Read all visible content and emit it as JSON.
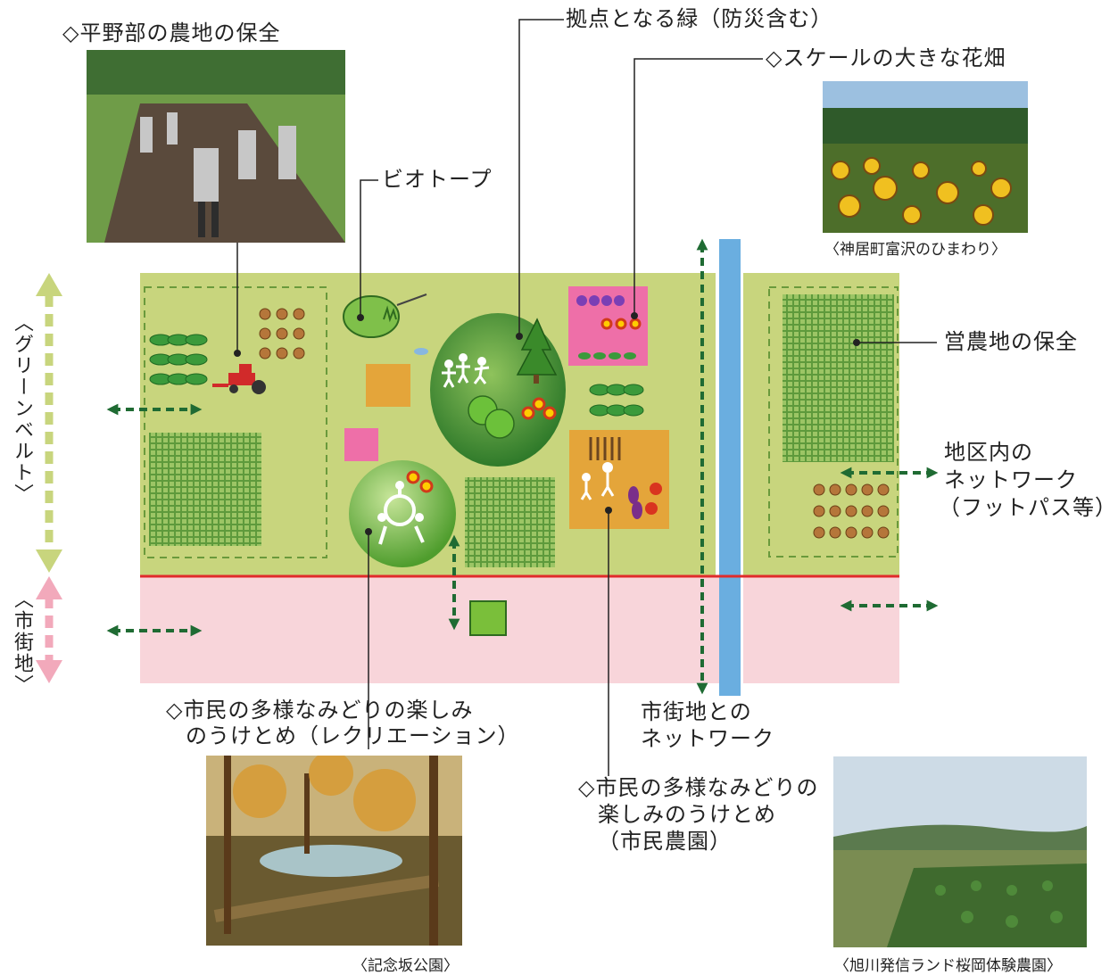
{
  "labels": {
    "plains_farmland": "◇平野部の農地の保全",
    "hub_green": "拠点となる緑（防災含む）",
    "large_flower_field": "◇スケールの大きな花畑",
    "biotope": "ビオトープ",
    "farmland_conservation": "営農地の保全",
    "district_network_1": "地区内の",
    "district_network_2": "ネットワーク",
    "district_network_3": "（フットパス等）",
    "recreation_1": "◇市民の多様なみどりの楽しみ",
    "recreation_2": "のうけとめ（レクリエーション）",
    "urban_network_1": "市街地との",
    "urban_network_2": "ネットワーク",
    "allotment_1": "◇市民の多様なみどりの",
    "allotment_2": "楽しみのうけとめ",
    "allotment_3": "（市民農園）",
    "greenbelt": "〈グリーンベルト〉",
    "urban_area": "〈市街地〉"
  },
  "captions": {
    "sunflower": "〈神居町富沢のひまわり〉",
    "park": "〈記念坂公園〉",
    "farm": "〈旭川発信ランド桜岡体験農園〉"
  },
  "colors": {
    "greenbelt": "#c8d57d",
    "urban": "#f8d5da",
    "river": "#6aaee0",
    "boundary": "#e02b2b",
    "arrow": "#1f6b33",
    "field": "#7fa84a",
    "orange_plot": "#e4a53a",
    "flower_plot": "#ee6fa8"
  }
}
